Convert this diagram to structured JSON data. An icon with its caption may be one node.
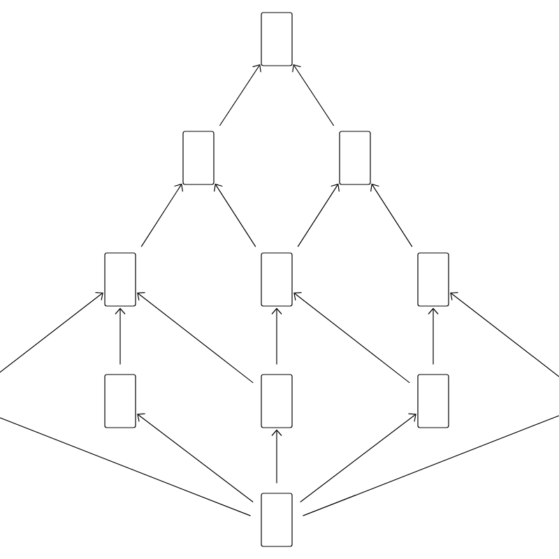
{
  "diagram": {
    "nodes": [
      {
        "text": [],
        "shape": "box"
      },
      {
        "text": [],
        "shape": "box"
      },
      {
        "text": [],
        "shape": "box"
      },
      {
        "text": [],
        "shape": "box"
      },
      {
        "text": [],
        "shape": "box"
      },
      {
        "text": [],
        "shape": "box"
      },
      {
        "text": [],
        "shape": "box"
      },
      {
        "text": [],
        "shape": "box"
      },
      {
        "text": [],
        "shape": "box"
      },
      {
        "text": [],
        "shape": "box"
      }
    ],
    "edges": [
      {
        "from": 1,
        "to": 0,
        "arrow": "to"
      },
      {
        "from": 2,
        "to": 0,
        "arrow": "to"
      },
      {
        "from": 3,
        "to": 1,
        "arrow": "to"
      },
      {
        "from": 4,
        "to": 1,
        "arrow": "to"
      },
      {
        "from": 4,
        "to": 2,
        "arrow": "to"
      },
      {
        "from": 5,
        "to": 2,
        "arrow": "to"
      },
      {
        "from": 6,
        "to": 3,
        "arrow": "to"
      },
      {
        "from": 7,
        "to": 3,
        "arrow": "to"
      },
      {
        "from": 7,
        "to": 4,
        "arrow": "to"
      },
      {
        "from": 8,
        "to": 4,
        "arrow": "to"
      },
      {
        "from": 8,
        "to": 5,
        "arrow": "to"
      },
      {
        "from": 9,
        "to": 3,
        "arrow": "to"
      },
      {
        "from": 9,
        "to": 5,
        "arrow": "to"
      },
      {
        "from": 9,
        "to": 6,
        "arrow": "to"
      },
      {
        "from": 9,
        "to": 7,
        "arrow": "to"
      },
      {
        "from": 9,
        "to": 8,
        "arrow": "to"
      }
    ]
  }
}
